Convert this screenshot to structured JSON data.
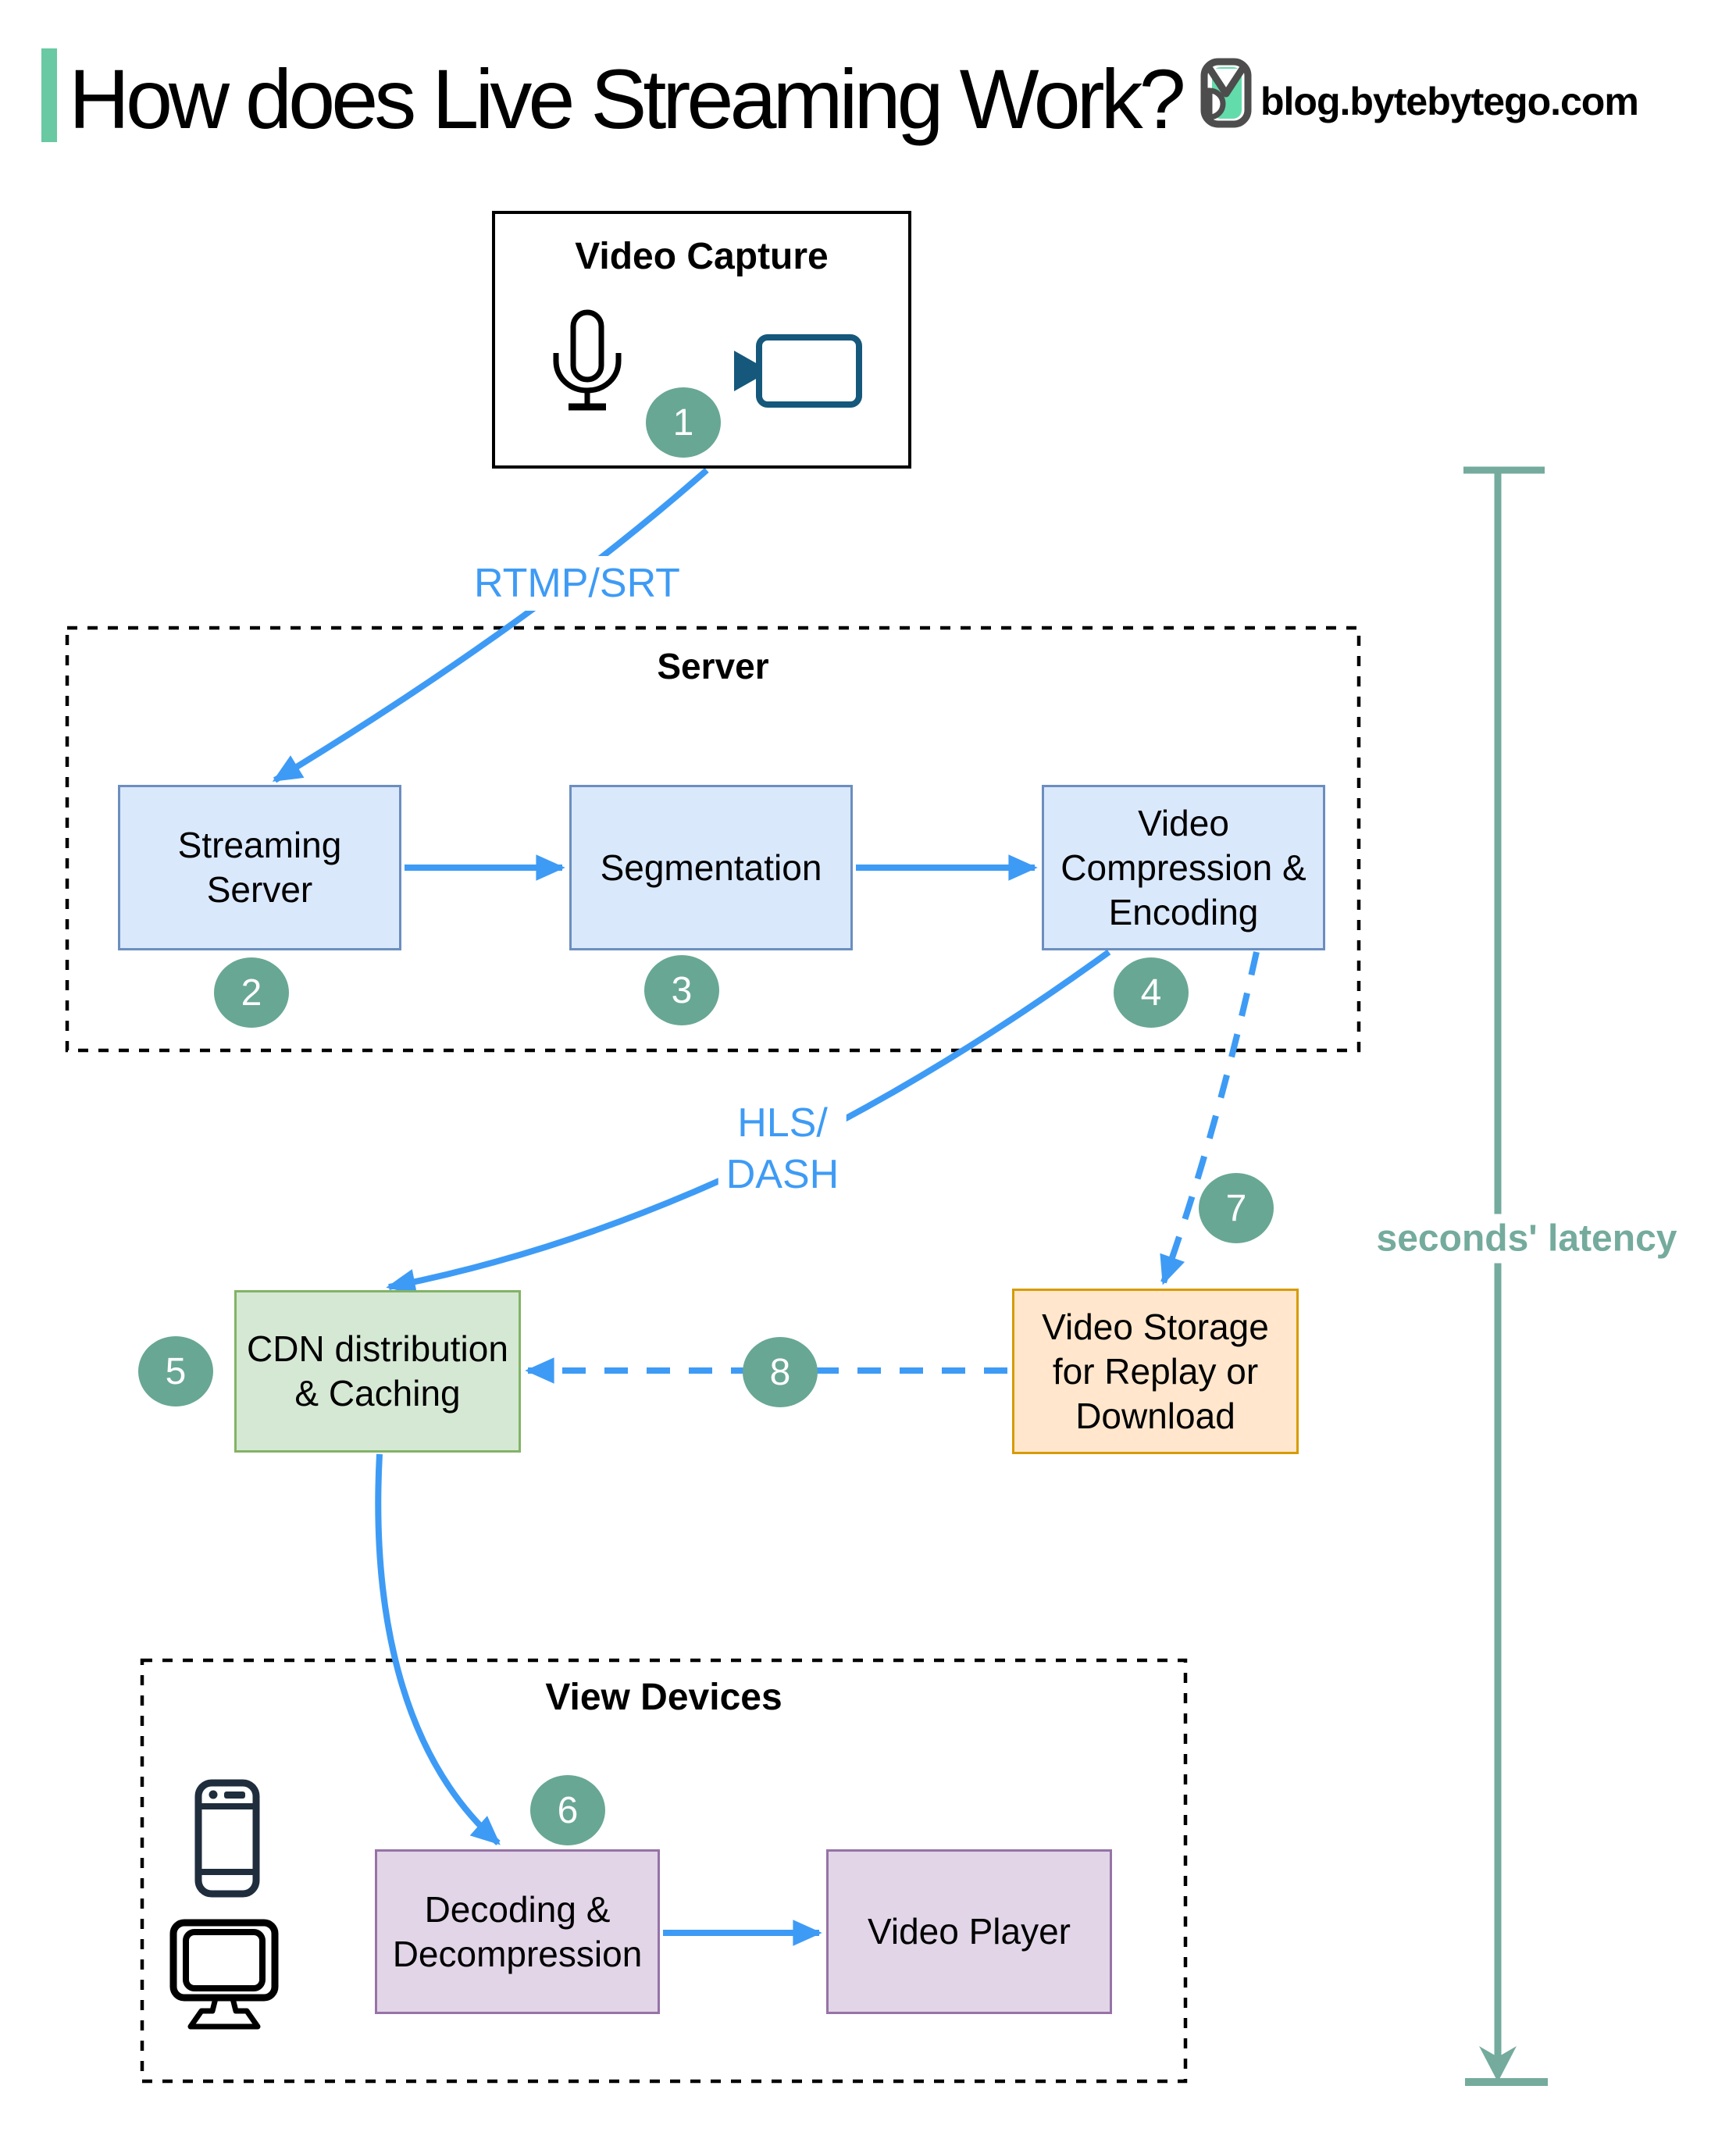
{
  "header": {
    "title": "How does Live Streaming Work?",
    "site": "blog.bytebytego.com"
  },
  "groups": {
    "server": "Server",
    "view_devices": "View Devices"
  },
  "nodes": {
    "video_capture": "Video Capture",
    "streaming_server": [
      "Streaming",
      "Server"
    ],
    "segmentation": [
      "Segmentation"
    ],
    "video_compression": [
      "Video",
      "Compression &",
      "Encoding"
    ],
    "cdn": [
      "CDN distribution",
      "& Caching"
    ],
    "video_storage": [
      "Video Storage",
      "for Replay or",
      "Download"
    ],
    "decoding": [
      "Decoding &",
      "Decompression"
    ],
    "video_player": [
      "Video Player"
    ]
  },
  "edges": {
    "rtmp": "RTMP/SRT",
    "hls": [
      "HLS/",
      "DASH"
    ],
    "latency": "seconds' latency"
  },
  "steps": [
    "1",
    "2",
    "3",
    "4",
    "5",
    "6",
    "7",
    "8"
  ],
  "icons": [
    "microphone-icon",
    "video-camera-icon",
    "smartphone-icon",
    "monitor-icon",
    "bytebytego-logo-icon"
  ],
  "colors": {
    "arrow_blue": "#3e9bf5",
    "step_circle_teal": "#68a794",
    "latency_teal": "#74ab9d",
    "accent_green": "#68c9a2",
    "box_blue_fill": "#dae8fc",
    "box_blue_border": "#6c8ebf",
    "box_green_fill": "#d5e8d4",
    "box_green_border": "#82b366",
    "box_orange_fill": "#ffe6cc",
    "box_orange_border": "#d79b00",
    "box_purple_fill": "#e1d5e7",
    "box_purple_border": "#9673a6",
    "camera_icon_teal": "#15587b",
    "phone_icon_navy": "#1f2d3d"
  }
}
